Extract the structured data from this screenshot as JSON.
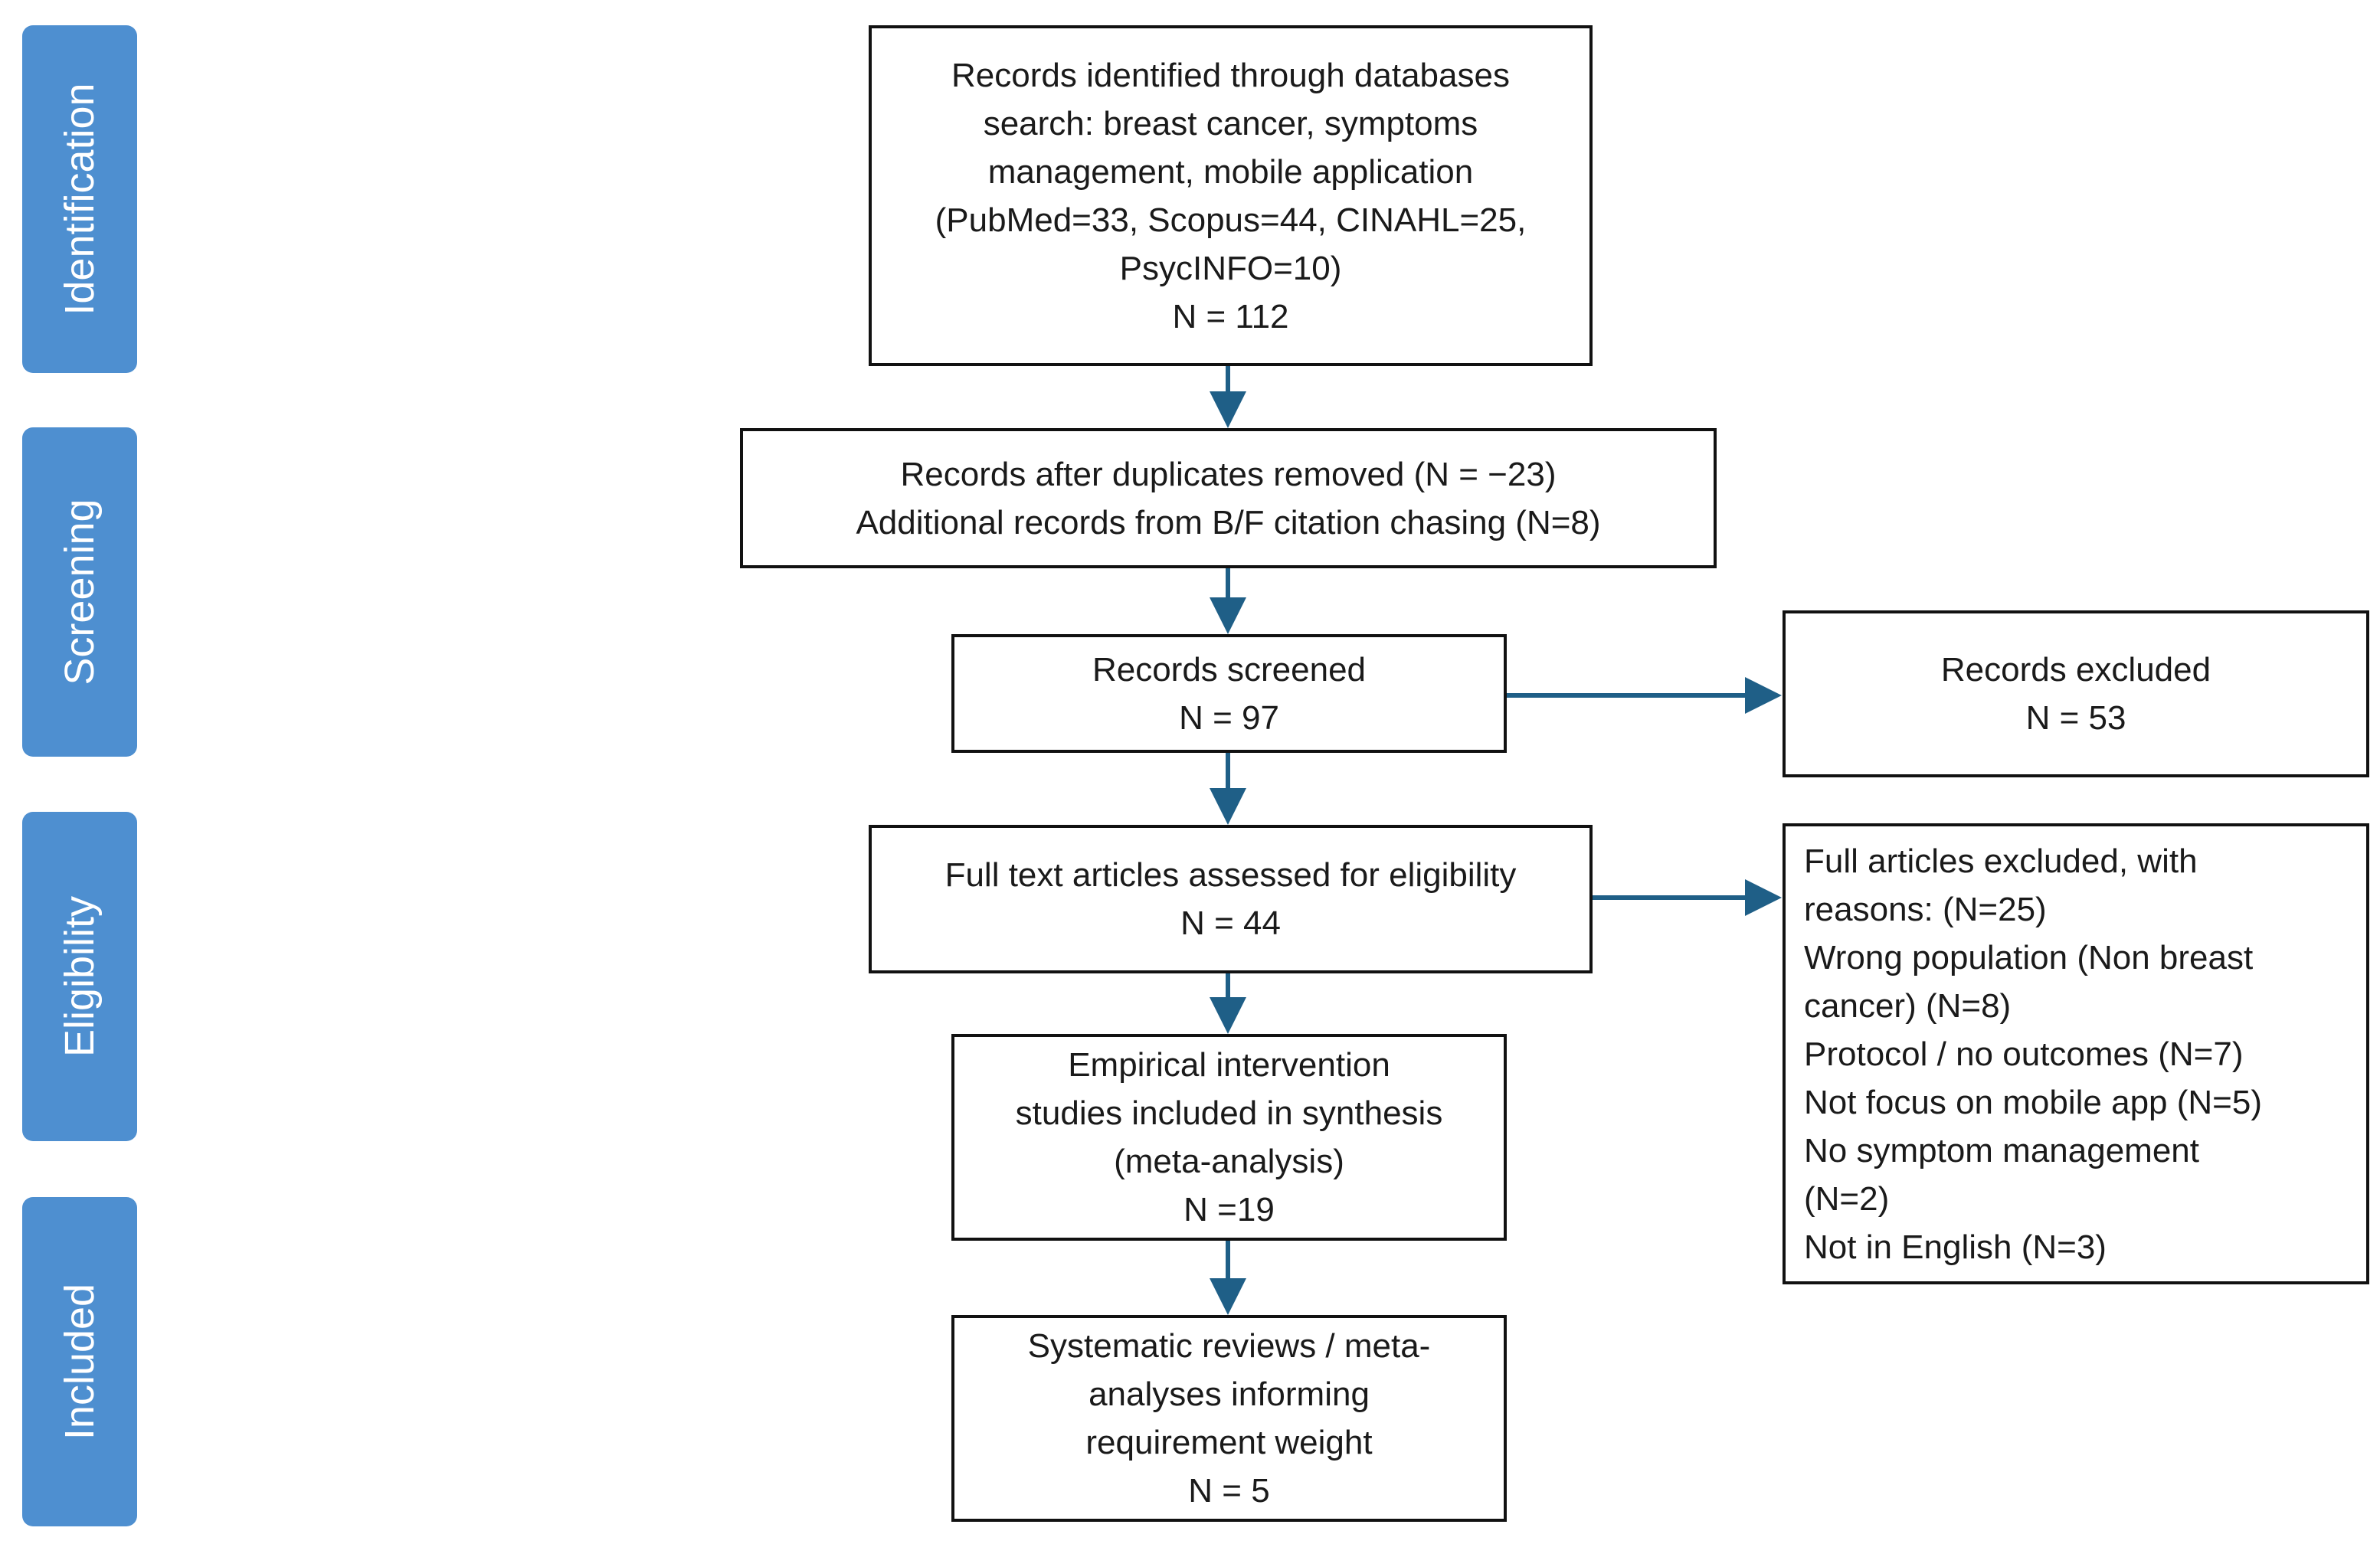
{
  "stages": [
    {
      "id": "identification",
      "label": "Identification"
    },
    {
      "id": "screening",
      "label": "Screening"
    },
    {
      "id": "eligibility",
      "label": "Eligibility"
    },
    {
      "id": "included",
      "label": "Included"
    }
  ],
  "boxes": {
    "identified": [
      "Records identified through databases",
      "search: breast cancer, symptoms",
      "management, mobile application",
      "(PubMed=33, Scopus=44, CINAHL=25,",
      "PsycINFO=10)",
      "N = 112"
    ],
    "deduplicated": [
      "Records after duplicates removed (N = −23)",
      "Additional records from B/F citation chasing (N=8)"
    ],
    "screened": [
      "Records screened",
      "N = 97"
    ],
    "excluded": [
      "Records excluded",
      "N = 53"
    ],
    "fulltext": [
      "Full text articles assessed for eligibility",
      "N = 44"
    ],
    "fulltext_excluded": [
      "Full articles excluded, with",
      "reasons: (N=25)",
      "Wrong population (Non breast",
      "cancer) (N=8)",
      "Protocol / no outcomes (N=7)",
      "Not focus on mobile app (N=5)",
      "No symptom management",
      "(N=2)",
      "Not in English (N=3)"
    ],
    "synthesis": [
      "Empirical intervention",
      "studies included in synthesis",
      "(meta-analysis)",
      "N =19"
    ],
    "reviews": [
      "Systematic reviews / meta-",
      "analyses informing",
      "requirement weight",
      "N = 5"
    ]
  },
  "colors": {
    "stage_fill": "#4e8fd0",
    "arrow": "#1f5f87",
    "box_border": "#111111"
  }
}
